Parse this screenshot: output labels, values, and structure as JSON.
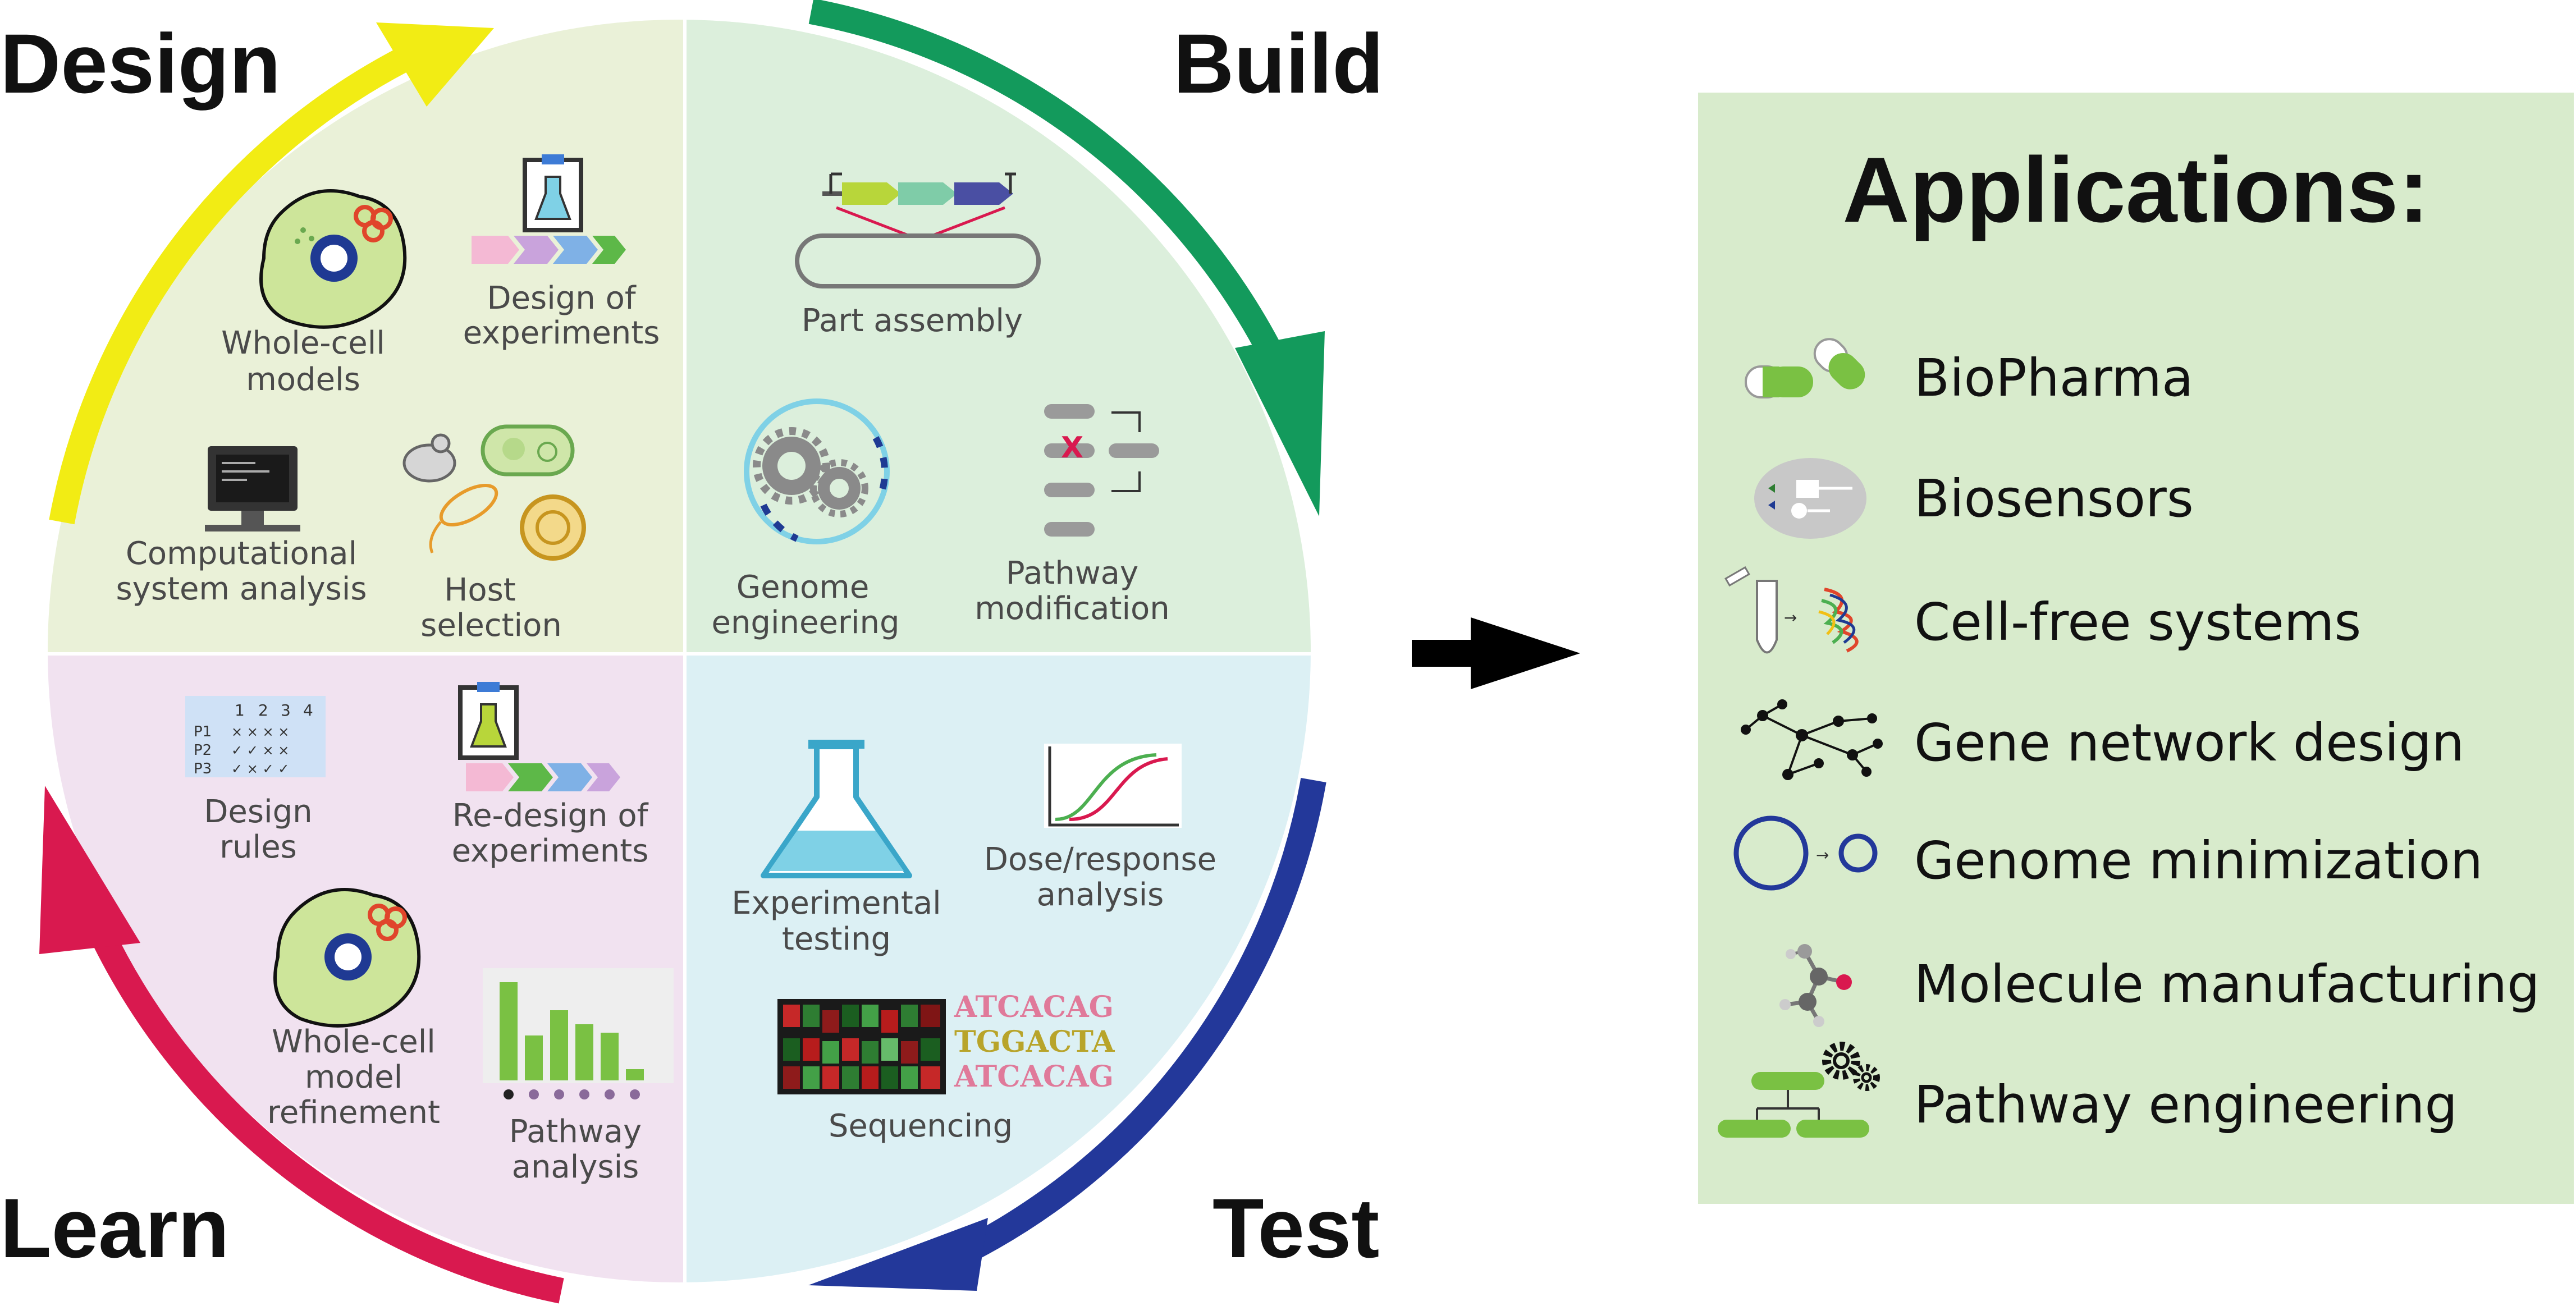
{
  "cycle": {
    "phases": {
      "design": "Design",
      "build": "Build",
      "test": "Test",
      "learn": "Learn"
    },
    "colors": {
      "design_quadrant": "#eaf1d8",
      "build_quadrant": "#dcefdc",
      "test_quadrant": "#dcf0f4",
      "learn_quadrant": "#f1e2f0",
      "design_arrow": "#f2ec14",
      "build_arrow": "#139a5c",
      "test_arrow": "#23389a",
      "learn_arrow": "#d9194f"
    },
    "design_items": {
      "whole_cell_1": "Whole-cell",
      "whole_cell_2": "models",
      "doe_1": "Design of",
      "doe_2": "experiments",
      "comp_1": "Computational",
      "comp_2": "system analysis",
      "host_1": "Host",
      "host_2": "selection"
    },
    "build_items": {
      "part_assembly": "Part assembly",
      "genome_1": "Genome",
      "genome_2": "engineering",
      "pathway_mod_1": "Pathway",
      "pathway_mod_2": "modification"
    },
    "learn_items": {
      "design_rules_1": "Design",
      "design_rules_2": "rules",
      "redesign_1": "Re-design of",
      "redesign_2": "experiments",
      "refine_1": "Whole-cell",
      "refine_2": "model",
      "refine_3": "refinement",
      "pathway_1": "Pathway",
      "pathway_2": "analysis",
      "table_cols": [
        "1",
        "2",
        "3",
        "4"
      ],
      "table_rows": [
        "P1",
        "P2",
        "P3"
      ]
    },
    "test_items": {
      "exp_1": "Experimental",
      "exp_2": "testing",
      "dose_1": "Dose/response",
      "dose_2": "analysis",
      "sequencing": "Sequencing",
      "seq_lines": [
        "ATCACAG",
        "TGGACTA",
        "ATCACAG"
      ]
    }
  },
  "applications": {
    "title": "Applications:",
    "background": "#d8ebcc",
    "items": [
      {
        "label": "BioPharma",
        "icon": "capsule-icon"
      },
      {
        "label": "Biosensors",
        "icon": "biosensor-icon"
      },
      {
        "label": "Cell-free systems",
        "icon": "tube-protein-icon"
      },
      {
        "label": "Gene network design",
        "icon": "network-icon"
      },
      {
        "label": "Genome minimization",
        "icon": "genome-circle-icon"
      },
      {
        "label": "Molecule manufacturing",
        "icon": "molecule-icon"
      },
      {
        "label": "Pathway engineering",
        "icon": "pathway-gears-icon"
      }
    ]
  }
}
